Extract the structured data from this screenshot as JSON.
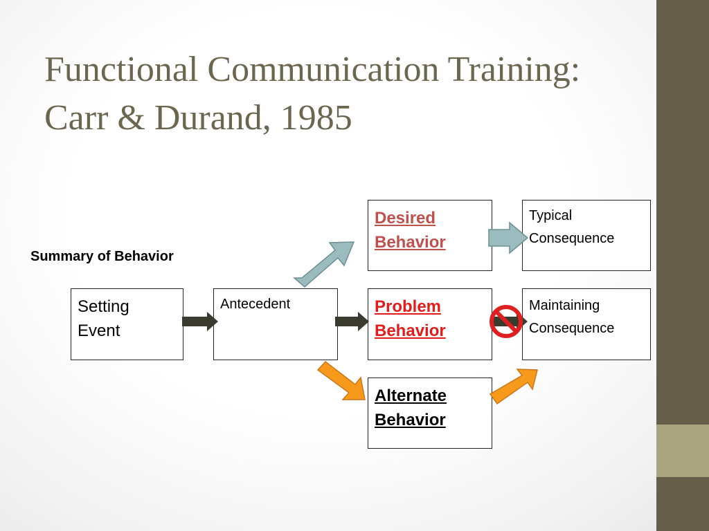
{
  "slide": {
    "title_line1": "Functional Communication Training:",
    "title_line2": "Carr & Durand, 1985",
    "summary_label": "Summary of Behavior"
  },
  "boxes": {
    "setting_event": {
      "line1": "Setting",
      "line2": "Event"
    },
    "antecedent": {
      "line1": "Antecedent"
    },
    "desired_behavior": {
      "line1": "Desired",
      "line2": "Behavior"
    },
    "problem_behavior": {
      "line1": "Problem",
      "line2": "Behavior"
    },
    "alternate_behavior": {
      "line1": "Alternate",
      "line2": "Behavior"
    },
    "typical_consequence": {
      "line1": "Typical",
      "line2": "Consequence"
    },
    "maintaining_consequence": {
      "line1": "Maintaining",
      "line2": "Consequence"
    }
  },
  "colors": {
    "title": "#6b6650",
    "sidebar": "#675f49",
    "sidebar_accent": "#a9a47f",
    "desired_text": "#c0504d",
    "problem_text": "#e31b1b",
    "dark_arrow": "#3b3a2e",
    "teal_arrow": "#9bbcbe",
    "orange_arrow": "#f79a1b",
    "no_symbol": "#e02020"
  },
  "icons": {
    "prohibition": "no-symbol-icon"
  }
}
